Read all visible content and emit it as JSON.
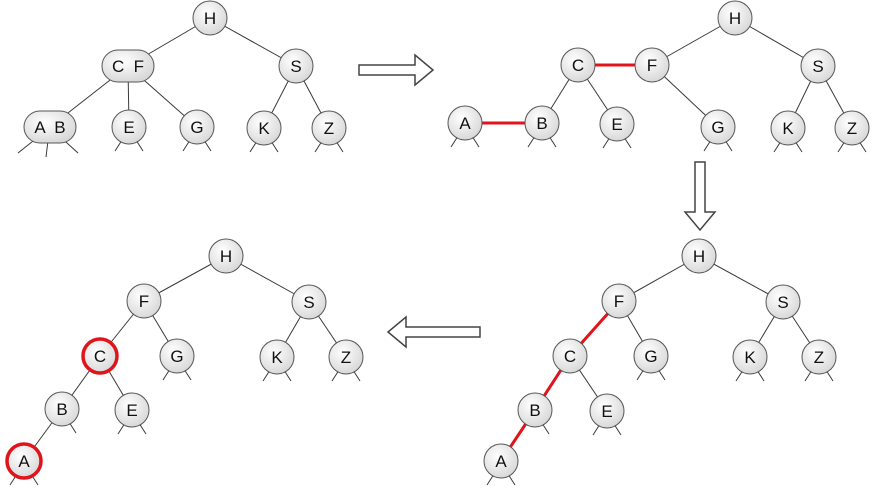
{
  "colors": {
    "edge": "#3a3a3a",
    "red_link": "#e0141b",
    "node_fill_top": "#ffffff",
    "node_fill_bottom": "#d6d6d6",
    "node_stroke": "#555555",
    "arrow_stroke": "#444444"
  },
  "panels": [
    {
      "id": "two-three-tree",
      "nodes": [
        {
          "id": "H",
          "label": "H",
          "shape": "circle"
        },
        {
          "id": "CF",
          "label": "C  F",
          "shape": "wide"
        },
        {
          "id": "S",
          "label": "S",
          "shape": "circle"
        },
        {
          "id": "AB",
          "label": "A  B",
          "shape": "wide"
        },
        {
          "id": "E",
          "label": "E",
          "shape": "circle"
        },
        {
          "id": "G",
          "label": "G",
          "shape": "circle"
        },
        {
          "id": "K",
          "label": "K",
          "shape": "circle"
        },
        {
          "id": "Z",
          "label": "Z",
          "shape": "circle"
        }
      ],
      "edges": [
        [
          "H",
          "CF"
        ],
        [
          "H",
          "S"
        ],
        [
          "CF",
          "AB"
        ],
        [
          "CF",
          "E"
        ],
        [
          "CF",
          "G"
        ],
        [
          "S",
          "K"
        ],
        [
          "S",
          "Z"
        ]
      ],
      "red_edges": []
    },
    {
      "id": "red-black-tree",
      "nodes": [
        {
          "id": "H",
          "label": "H",
          "shape": "circle"
        },
        {
          "id": "C",
          "label": "C",
          "shape": "circle"
        },
        {
          "id": "F",
          "label": "F",
          "shape": "circle"
        },
        {
          "id": "S",
          "label": "S",
          "shape": "circle"
        },
        {
          "id": "A",
          "label": "A",
          "shape": "circle"
        },
        {
          "id": "B",
          "label": "B",
          "shape": "circle"
        },
        {
          "id": "E",
          "label": "E",
          "shape": "circle"
        },
        {
          "id": "G",
          "label": "G",
          "shape": "circle"
        },
        {
          "id": "K",
          "label": "K",
          "shape": "circle"
        },
        {
          "id": "Z",
          "label": "Z",
          "shape": "circle"
        }
      ],
      "edges": [
        [
          "H",
          "F"
        ],
        [
          "H",
          "S"
        ],
        [
          "C",
          "B"
        ],
        [
          "C",
          "E"
        ],
        [
          "F",
          "G"
        ],
        [
          "S",
          "K"
        ],
        [
          "S",
          "Z"
        ]
      ],
      "red_edges": [
        [
          "C",
          "F"
        ],
        [
          "A",
          "B"
        ]
      ]
    },
    {
      "id": "binary-tree-red-links",
      "nodes": [
        {
          "id": "H",
          "label": "H",
          "shape": "circle"
        },
        {
          "id": "F",
          "label": "F",
          "shape": "circle"
        },
        {
          "id": "S",
          "label": "S",
          "shape": "circle"
        },
        {
          "id": "C",
          "label": "C",
          "shape": "circle"
        },
        {
          "id": "G",
          "label": "G",
          "shape": "circle"
        },
        {
          "id": "K",
          "label": "K",
          "shape": "circle"
        },
        {
          "id": "Z",
          "label": "Z",
          "shape": "circle"
        },
        {
          "id": "B",
          "label": "B",
          "shape": "circle"
        },
        {
          "id": "E",
          "label": "E",
          "shape": "circle"
        },
        {
          "id": "A",
          "label": "A",
          "shape": "circle"
        }
      ],
      "edges": [
        [
          "H",
          "F"
        ],
        [
          "H",
          "S"
        ],
        [
          "F",
          "G"
        ],
        [
          "S",
          "K"
        ],
        [
          "S",
          "Z"
        ],
        [
          "C",
          "E"
        ]
      ],
      "red_edges": [
        [
          "F",
          "C"
        ],
        [
          "C",
          "B"
        ],
        [
          "B",
          "A"
        ]
      ]
    },
    {
      "id": "binary-tree-red-nodes",
      "nodes": [
        {
          "id": "H",
          "label": "H",
          "shape": "circle"
        },
        {
          "id": "F",
          "label": "F",
          "shape": "circle"
        },
        {
          "id": "S",
          "label": "S",
          "shape": "circle"
        },
        {
          "id": "C",
          "label": "C",
          "shape": "circle",
          "red": true
        },
        {
          "id": "G",
          "label": "G",
          "shape": "circle"
        },
        {
          "id": "K",
          "label": "K",
          "shape": "circle"
        },
        {
          "id": "Z",
          "label": "Z",
          "shape": "circle"
        },
        {
          "id": "B",
          "label": "B",
          "shape": "circle"
        },
        {
          "id": "E",
          "label": "E",
          "shape": "circle"
        },
        {
          "id": "A",
          "label": "A",
          "shape": "circle",
          "red": true
        }
      ],
      "edges": [
        [
          "H",
          "F"
        ],
        [
          "H",
          "S"
        ],
        [
          "F",
          "C"
        ],
        [
          "F",
          "G"
        ],
        [
          "S",
          "K"
        ],
        [
          "S",
          "Z"
        ],
        [
          "C",
          "B"
        ],
        [
          "C",
          "E"
        ],
        [
          "B",
          "A"
        ]
      ],
      "red_edges": []
    }
  ],
  "arrows": [
    {
      "id": "arrow-right",
      "direction": "right"
    },
    {
      "id": "arrow-down",
      "direction": "down"
    },
    {
      "id": "arrow-left",
      "direction": "left"
    }
  ]
}
